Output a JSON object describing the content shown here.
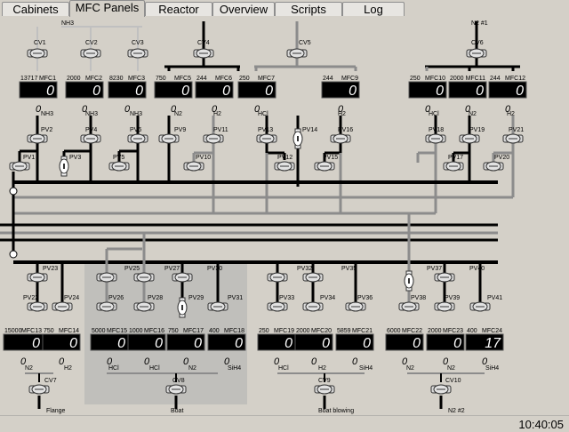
{
  "tabs": [
    {
      "label": "Cabinets"
    },
    {
      "label": "MFC Panels",
      "active": true
    },
    {
      "label": "Reactor"
    },
    {
      "label": "Overview"
    },
    {
      "label": "Scripts"
    },
    {
      "label": "Log"
    }
  ],
  "clock": "10:40:05",
  "colors": {
    "mfc_bg": "#000000",
    "mfc_digits": "#ffffff",
    "pipe_dark": "#000000",
    "pipe_gray": "#8c8c8c",
    "pipe_light": "#c0c0c0",
    "area": "#c0bfbb"
  },
  "source_labels": {
    "nh3": "NH3",
    "n2": "N2 #1"
  },
  "top_cvs": [
    {
      "label": "CV1"
    },
    {
      "label": "CV2"
    },
    {
      "label": "CV3"
    },
    {
      "label": "CV4"
    },
    {
      "label": "CV5"
    },
    {
      "label": "CV6"
    }
  ],
  "top_mfcs": [
    {
      "name": "MFC1",
      "range": "13717",
      "value": "0",
      "reading": "0"
    },
    {
      "name": "MFC2",
      "range": "2000",
      "value": "0",
      "reading": "0"
    },
    {
      "name": "MFC3",
      "range": "8230",
      "value": "0",
      "reading": "0"
    },
    {
      "name": "MFC5",
      "range": "750",
      "value": "0",
      "reading": "0"
    },
    {
      "name": "MFC6",
      "range": "244",
      "value": "0",
      "reading": "0"
    },
    {
      "name": "MFC7",
      "range": "250",
      "value": "0",
      "reading": "0"
    },
    {
      "name": "MFC9",
      "range": "244",
      "value": "0",
      "reading": "0"
    },
    {
      "name": "MFC10",
      "range": "250",
      "value": "0",
      "reading": "0"
    },
    {
      "name": "MFC11",
      "range": "2000",
      "value": "0",
      "reading": "0"
    },
    {
      "name": "MFC12",
      "range": "244",
      "value": "0",
      "reading": "0"
    }
  ],
  "top_gas": [
    "NH3",
    "NH3",
    "NH3",
    "N2",
    "H2",
    "HCl",
    "H2",
    "HCl",
    "N2",
    "H2"
  ],
  "top_pvs": [
    {
      "label": "PV2"
    },
    {
      "label": "PV4"
    },
    {
      "label": "PV6"
    },
    {
      "label": "PV9"
    },
    {
      "label": "PV11"
    },
    {
      "label": "PV13"
    },
    {
      "label": "PV14"
    },
    {
      "label": "PV16"
    },
    {
      "label": "PV18"
    },
    {
      "label": "PV19"
    },
    {
      "label": "PV21"
    },
    {
      "label": "PV1"
    },
    {
      "label": "PV3"
    },
    {
      "label": "PV5"
    },
    {
      "label": "PV10"
    },
    {
      "label": "PV12"
    },
    {
      "label": "PV15"
    },
    {
      "label": "PV17"
    },
    {
      "label": "PV20"
    }
  ],
  "bot_pvs": [
    {
      "label": "PV23"
    },
    {
      "label": "PV25"
    },
    {
      "label": "PV27"
    },
    {
      "label": "PV30"
    },
    {
      "label": "PV32"
    },
    {
      "label": "PV35"
    },
    {
      "label": "PV37"
    },
    {
      "label": "PV40"
    },
    {
      "label": "PV22"
    },
    {
      "label": "PV24"
    },
    {
      "label": "PV26"
    },
    {
      "label": "PV28"
    },
    {
      "label": "PV29"
    },
    {
      "label": "PV31"
    },
    {
      "label": "PV33"
    },
    {
      "label": "PV34"
    },
    {
      "label": "PV36"
    },
    {
      "label": "PV38"
    },
    {
      "label": "PV39"
    },
    {
      "label": "PV41"
    }
  ],
  "bot_mfcs": [
    {
      "name": "MFC13",
      "range": "15000",
      "value": "0",
      "reading": "0"
    },
    {
      "name": "MFC14",
      "range": "750",
      "value": "0",
      "reading": "0"
    },
    {
      "name": "MFC15",
      "range": "5000",
      "value": "0",
      "reading": "0"
    },
    {
      "name": "MFC16",
      "range": "1000",
      "value": "0",
      "reading": "0"
    },
    {
      "name": "MFC17",
      "range": "750",
      "value": "0",
      "reading": "0"
    },
    {
      "name": "MFC18",
      "range": "400",
      "value": "0",
      "reading": "0"
    },
    {
      "name": "MFC19",
      "range": "250",
      "value": "0",
      "reading": "0"
    },
    {
      "name": "MFC20",
      "range": "2000",
      "value": "0",
      "reading": "0"
    },
    {
      "name": "MFC21",
      "range": "5859",
      "value": "0",
      "reading": "0"
    },
    {
      "name": "MFC22",
      "range": "6000",
      "value": "0",
      "reading": "0"
    },
    {
      "name": "MFC23",
      "range": "2000",
      "value": "0",
      "reading": "0"
    },
    {
      "name": "MFC24",
      "range": "400",
      "value": "17",
      "reading": "0"
    }
  ],
  "bot_gas": [
    "N2",
    "H2",
    "HCl",
    "HCl",
    "N2",
    "SiH4",
    "HCl",
    "H2",
    "SiH4",
    "N2",
    "N2",
    "SiH4"
  ],
  "bot_cvs": [
    {
      "label": "CV7"
    },
    {
      "label": "CV8"
    },
    {
      "label": "CV9"
    },
    {
      "label": "CV10"
    }
  ],
  "outputs": [
    "Flange",
    "Boat",
    "Boat blowing",
    "N2 #2"
  ]
}
